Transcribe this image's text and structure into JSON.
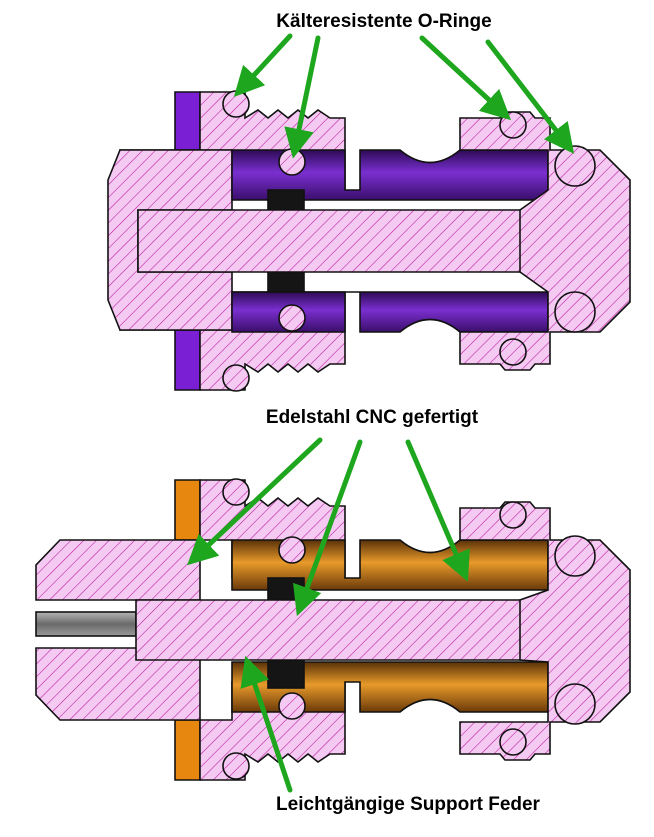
{
  "labels": {
    "o_rings": "Kälteresistente O-Ringe",
    "stainless_cnc": "Edelstahl CNC gefertigt",
    "support_spring": "Leichtgängige Support Feder"
  },
  "colors": {
    "hatch_fill": "#f4c9f2",
    "hatch_line": "#b9169a",
    "purple_part": "#6a1fb5",
    "purple_dark": "#3a0f6b",
    "orange_part": "#e88710",
    "brown_part": "#8a4f0e",
    "arrow": "#1ea71e",
    "steel_pin": "#8a8a8a"
  },
  "icons": {
    "arrow": "arrow-icon"
  }
}
